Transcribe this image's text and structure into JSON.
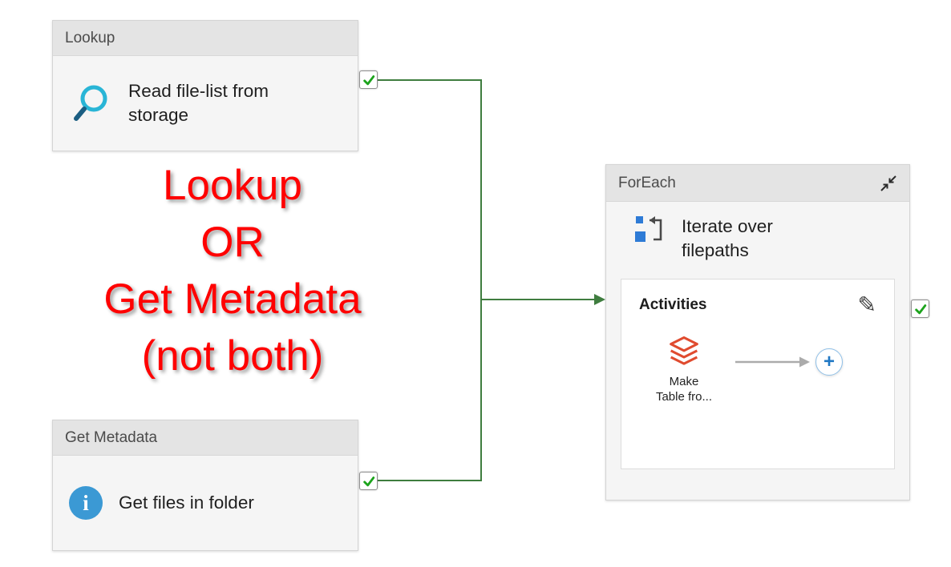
{
  "annotation": {
    "lines": [
      "Lookup",
      "OR",
      "Get Metadata",
      "(not both)"
    ]
  },
  "activities": {
    "lookup": {
      "header": "Lookup",
      "name": "Read file-list from storage"
    },
    "get_metadata": {
      "header": "Get Metadata",
      "name": "Get files in folder"
    },
    "foreach": {
      "header": "ForEach",
      "name": "Iterate over filepaths",
      "panel": {
        "title": "Activities",
        "child_name_line1": "Make",
        "child_name_line2": "Table fro..."
      }
    }
  },
  "icons": {
    "pencil_glyph": "✎",
    "plus_glyph": "+",
    "info_glyph": "i"
  },
  "colors": {
    "connector_green": "#3f7d3f",
    "check_green": "#1ca31c",
    "annotation_red": "#ff0000",
    "info_blue": "#3b99d4",
    "databricks_red": "#e04b2f"
  }
}
